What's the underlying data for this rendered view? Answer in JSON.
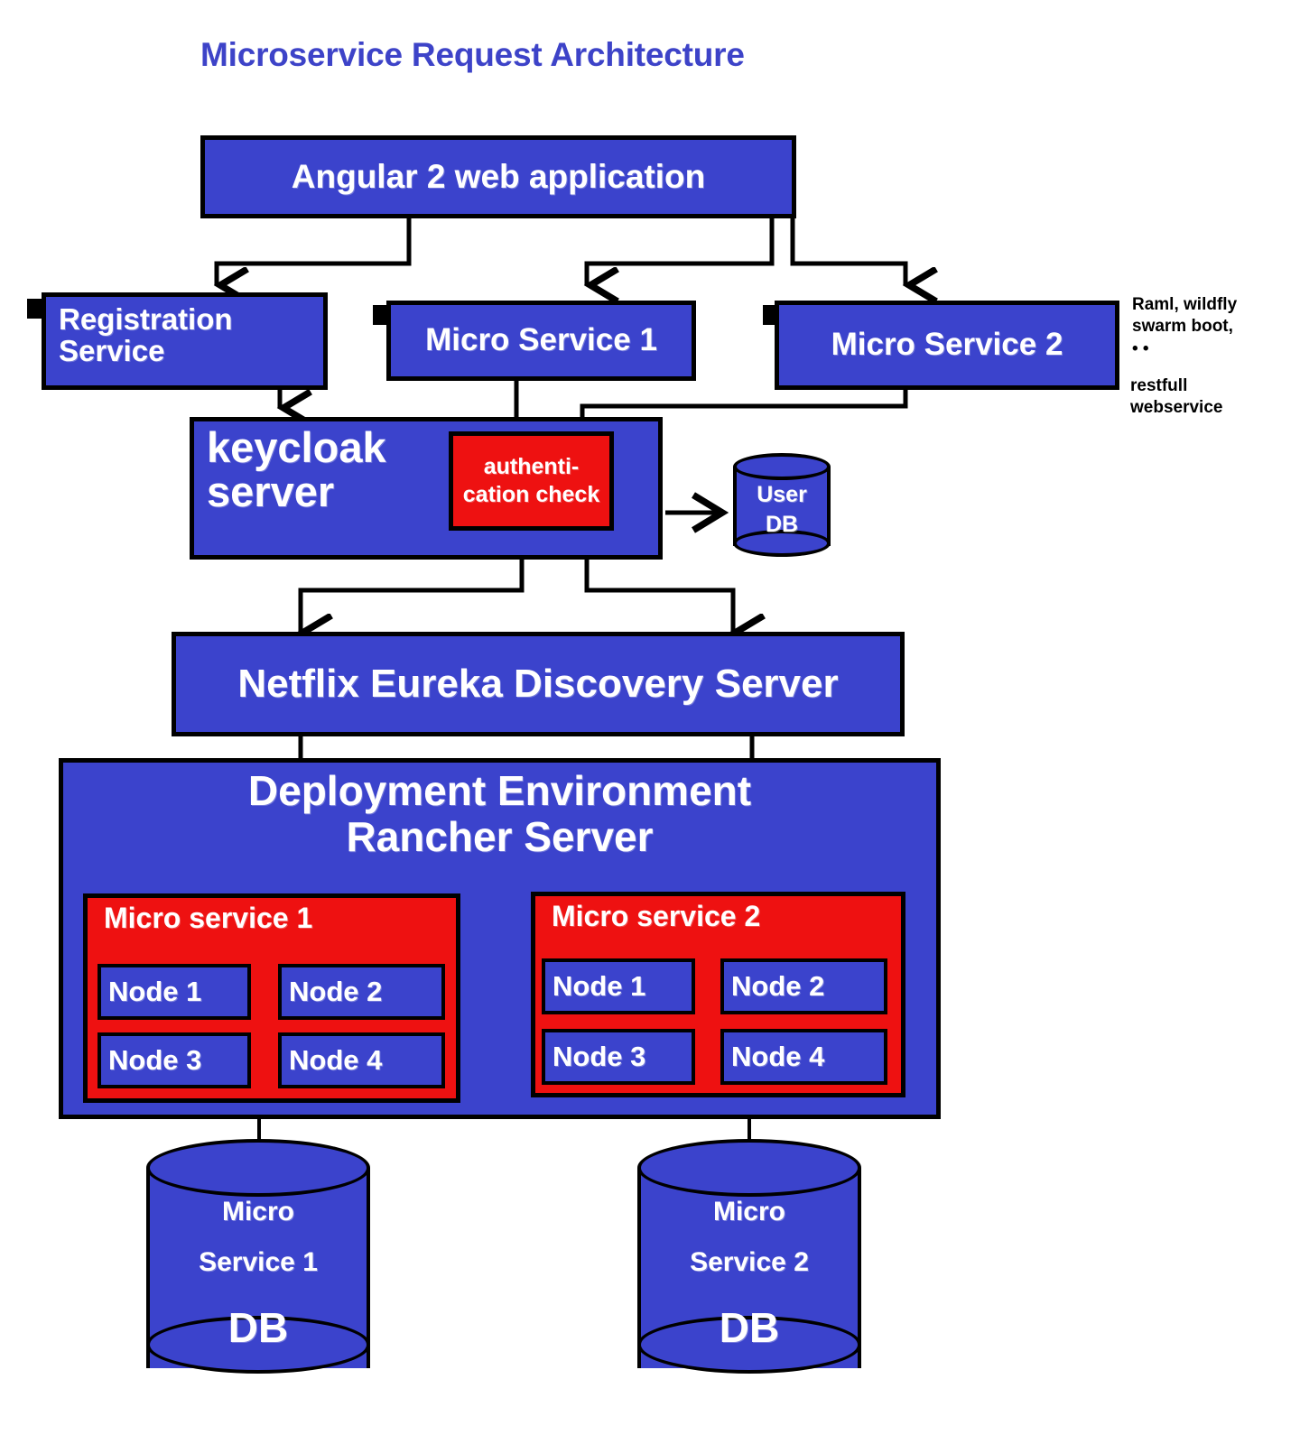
{
  "title": "Microservice Request Architecture",
  "nodes": {
    "angular": {
      "label": "Angular 2 web application"
    },
    "registration": {
      "label": "Registration\nService"
    },
    "micro_service_1": {
      "label": "Micro Service 1"
    },
    "micro_service_2": {
      "label": "Micro Service 2"
    },
    "keycloak": {
      "label": "keycloak\nserver"
    },
    "auth_check": {
      "label": "authenti-\ncation check"
    },
    "user_db": {
      "label": "User\nDB"
    },
    "eureka": {
      "label": "Netflix Eureka Discovery Server"
    },
    "rancher": {
      "label": "Deployment  Environment\nRancher Server"
    },
    "ms1_group": {
      "label": "Micro service 1"
    },
    "ms2_group": {
      "label": "Micro service 2"
    },
    "ms1_db": {
      "line1": "Micro",
      "line2": "Service 1",
      "line3": "DB"
    },
    "ms2_db": {
      "line1": "Micro",
      "line2": "Service 2",
      "line3": "DB"
    }
  },
  "ms1_nodes": [
    {
      "label": "Node 1"
    },
    {
      "label": "Node 2"
    },
    {
      "label": "Node 3"
    },
    {
      "label": "Node 4"
    }
  ],
  "ms2_nodes": [
    {
      "label": "Node 1"
    },
    {
      "label": "Node 2"
    },
    {
      "label": "Node 3"
    },
    {
      "label": "Node 4"
    }
  ],
  "annotations": {
    "tech_stack": "Raml, wildfly\nswarm boot,\n• •",
    "service_type": "restfull\n webservice"
  },
  "colors": {
    "process_blue": "#3B43CC",
    "highlight_red": "#EE1111",
    "title_blue": "#3D43C8",
    "stroke_black": "#000000",
    "text_white": "#FFFFFF"
  }
}
